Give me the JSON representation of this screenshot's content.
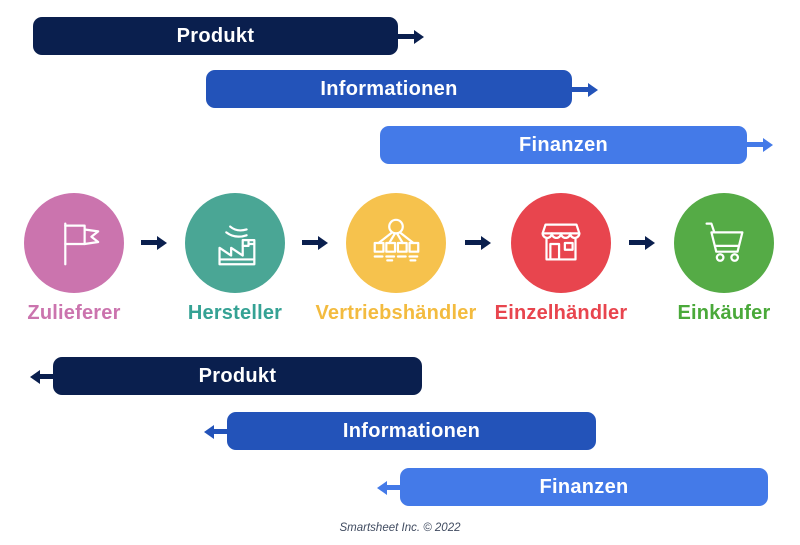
{
  "flows_top": [
    {
      "label": "Produkt",
      "color": "#0a1f4e",
      "direction": "right"
    },
    {
      "label": "Informationen",
      "color": "#2353b9",
      "direction": "right"
    },
    {
      "label": "Finanzen",
      "color": "#447ae8",
      "direction": "right"
    }
  ],
  "flows_bottom": [
    {
      "label": "Produkt",
      "color": "#0a1f4e",
      "direction": "left"
    },
    {
      "label": "Informationen",
      "color": "#2353b9",
      "direction": "left"
    },
    {
      "label": "Finanzen",
      "color": "#447ae8",
      "direction": "left"
    }
  ],
  "stages": [
    {
      "label": "Zulieferer",
      "color": "#cb74ae",
      "icon": "flag-icon"
    },
    {
      "label": "Hersteller",
      "color": "#4aa695",
      "icon": "factory-icon"
    },
    {
      "label": "Vertriebshändler",
      "color": "#f6c24d",
      "icon": "distribution-network-icon"
    },
    {
      "label": "Einzelhändler",
      "color": "#e8454e",
      "icon": "storefront-icon"
    },
    {
      "label": "Einkäufer",
      "color": "#55ab46",
      "icon": "shopping-cart-icon"
    }
  ],
  "arrow_color": "#0a1f4e",
  "footer": {
    "credit": "Smartsheet Inc. © 2022"
  }
}
